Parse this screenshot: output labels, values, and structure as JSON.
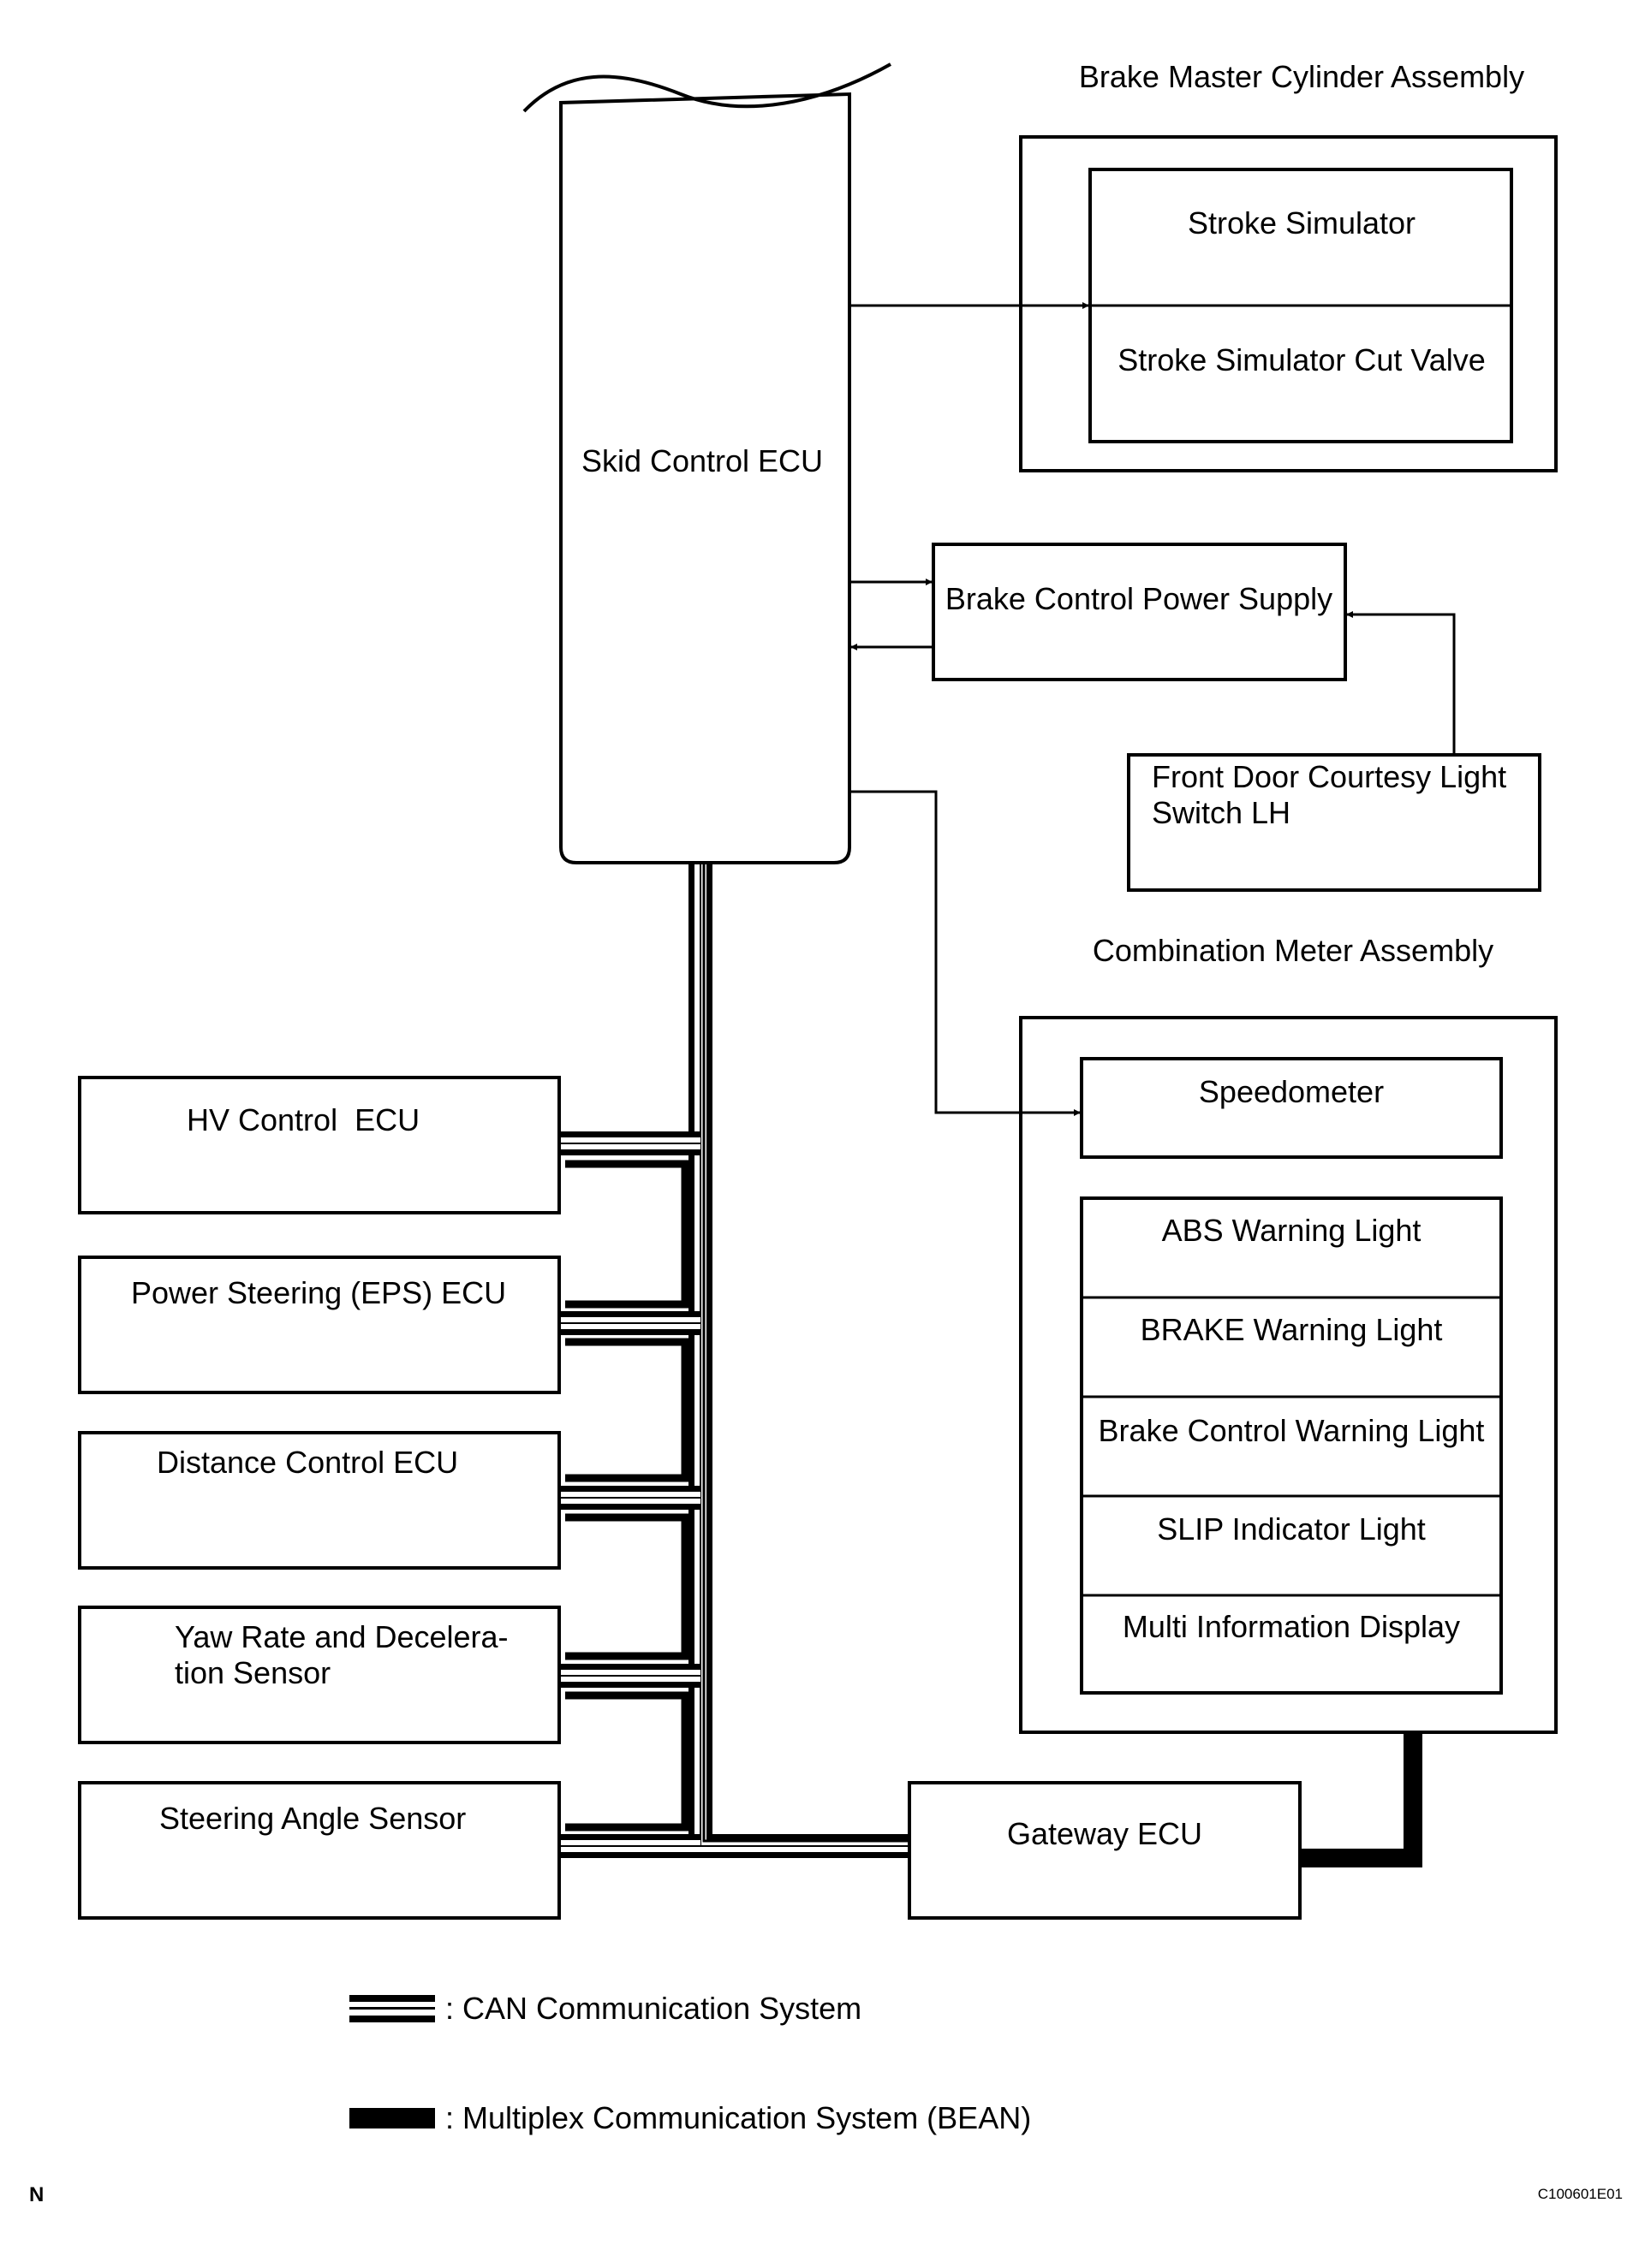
{
  "skid_control_ecu": "Skid Control ECU",
  "brake_master_cylinder_assembly": {
    "title": "Brake Master Cylinder Assembly",
    "stroke_simulator": "Stroke Simulator",
    "stroke_simulator_cut_valve": "Stroke Simulator Cut Valve"
  },
  "brake_control_power_supply": "Brake Control Power Supply",
  "front_door_courtesy_light_switch": [
    "Front Door Courtesy Light",
    "Switch LH"
  ],
  "combination_meter_assembly": {
    "title": "Combination Meter Assembly",
    "speedometer": "Speedometer",
    "lights": [
      "ABS Warning Light",
      "BRAKE Warning Light",
      "Brake Control Warning Light",
      "SLIP Indicator Light",
      "Multi Information Display"
    ]
  },
  "left_ecus": {
    "hv_control_ecu": "HV Control  ECU",
    "power_steering_ecu": "Power Steering (EPS) ECU",
    "distance_control_ecu": "Distance Control ECU",
    "yaw_rate_sensor": [
      "Yaw Rate and Decelera-",
      "tion Sensor"
    ],
    "steering_angle_sensor": "Steering Angle Sensor"
  },
  "gateway_ecu": "Gateway ECU",
  "legend": {
    "can": ": CAN Communication System",
    "bean": ": Multiplex Communication System (BEAN)"
  },
  "corner_left": "N",
  "figure_code": "C100601E01"
}
